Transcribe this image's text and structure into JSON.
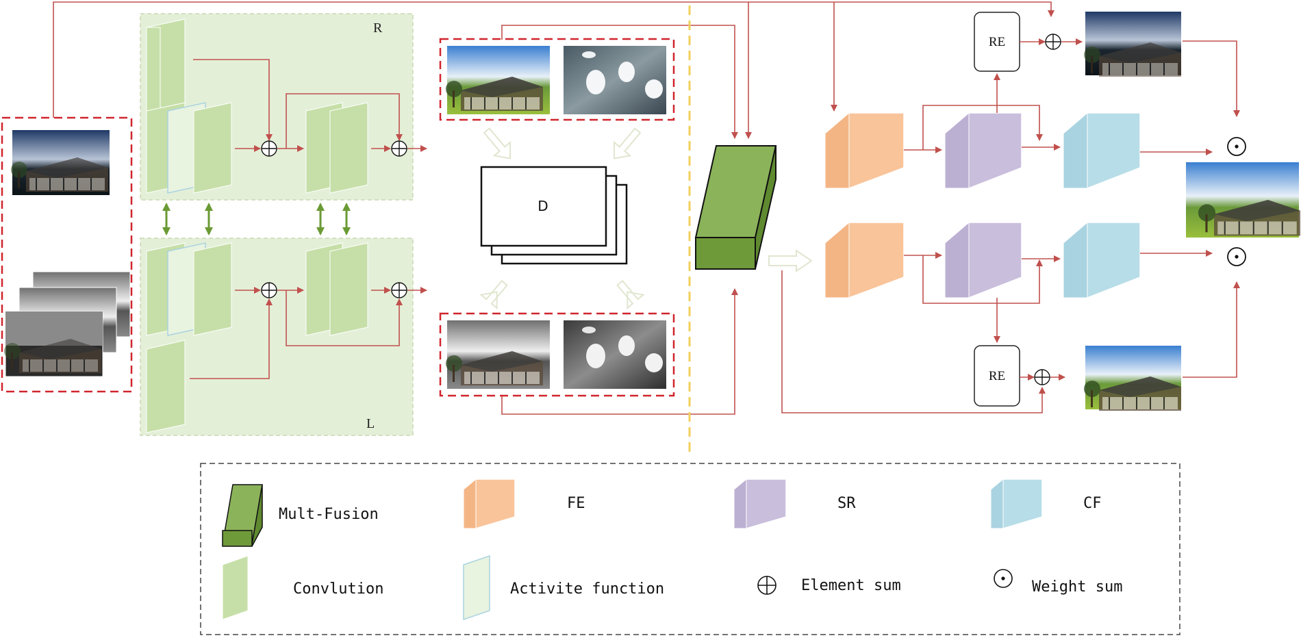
{
  "diagram": {
    "branch_r_label": "R",
    "branch_l_label": "L",
    "discriminator_label": "D",
    "re_top_label": "RE",
    "re_bottom_label": "RE"
  },
  "legend": {
    "mult_fusion": "Mult-Fusion",
    "fe": "FE",
    "sr": "SR",
    "cf": "CF",
    "convolution": "Convlution",
    "activation": "Activite function",
    "element_sum": "Element sum",
    "weight_sum": "Weight sum"
  },
  "colors": {
    "arrow": "#c0504d",
    "dashed_red": "#d0252d",
    "conv": "#c6dfa8",
    "panel": "#e4efd8",
    "activation": "#e8f3e0",
    "mult_fusion": "#6f9a3a",
    "fe": "#f9c49a",
    "sr": "#c9bedc",
    "cf": "#b7dde8",
    "vertical_arrow": "#6a9a34",
    "divider": "#f2cf5c",
    "hollow_arrow": "#e4ead2"
  },
  "icons": {
    "element_sum": "circle-plus-icon",
    "weight_sum": "circle-dot-icon"
  }
}
